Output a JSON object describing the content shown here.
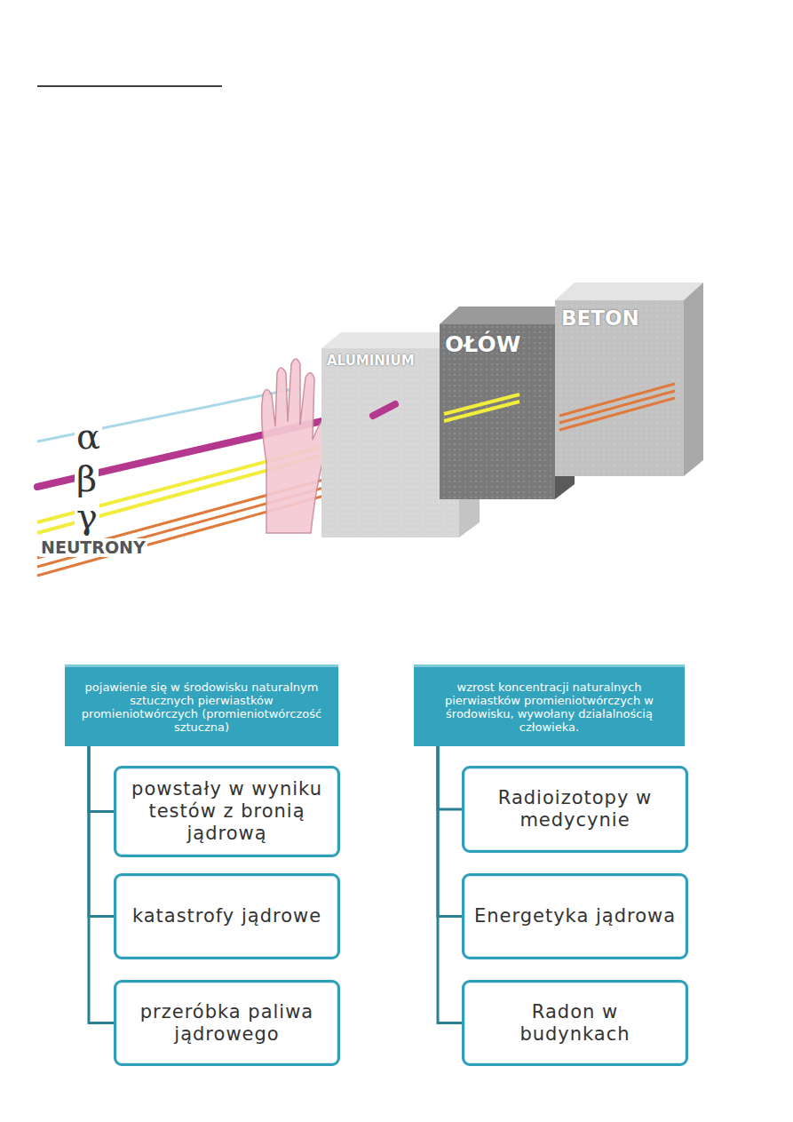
{
  "diagram": {
    "nodes": [
      {
        "text": [
          "pojawienie się w środowisku naturalnym sztucznych pierwiastków promieniotwórczych (promieniotwórczość sztuczna)"
        ]
      },
      {
        "text": [
          "powstały w wyniku testów z bronią jądrową"
        ]
      },
      {
        "text": [
          "katastrofy jądrowe"
        ]
      },
      {
        "text": [
          "przeróbka paliwa jądrowego"
        ]
      },
      {
        "text": [
          "wzrost koncentracji naturalnych pierwiastków promieniotwórczych w środowisku, wywołany działalnością człowieka."
        ]
      },
      {
        "text": [
          "Radioizotopy w medycynie"
        ]
      },
      {
        "text": [
          "Energetyka jądrowa"
        ]
      },
      {
        "text": [
          "Radon w budynkach"
        ]
      }
    ],
    "edges": [
      {
        "from": 0,
        "to": 1,
        "arrow": "none"
      },
      {
        "from": 0,
        "to": 2,
        "arrow": "none"
      },
      {
        "from": 0,
        "to": 3,
        "arrow": "none"
      },
      {
        "from": 4,
        "to": 5,
        "arrow": "none"
      },
      {
        "from": 4,
        "to": 6,
        "arrow": "none"
      },
      {
        "from": 4,
        "to": 7,
        "arrow": "none"
      }
    ],
    "labels": [
      "α",
      "β",
      "γ",
      "NEUTRONY",
      "ALUMINIUM",
      "OŁÓW",
      "BETON"
    ]
  }
}
